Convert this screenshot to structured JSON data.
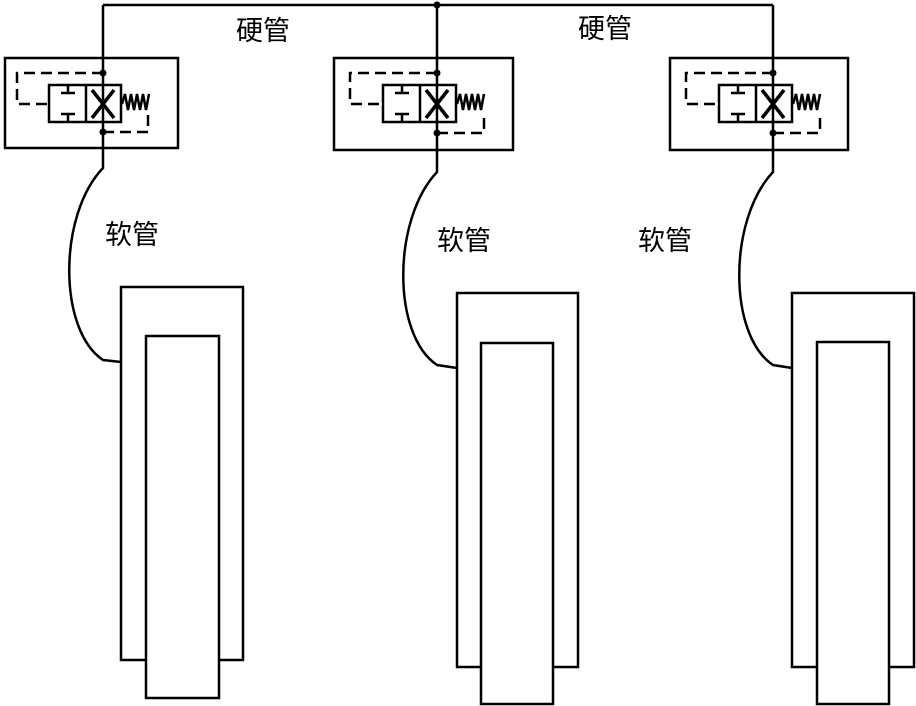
{
  "labels": {
    "hard_pipe": [
      "硬管",
      "硬管"
    ],
    "hose": [
      "软管",
      "软管",
      "软管"
    ]
  },
  "colors": {
    "line": "#000000",
    "background": "#ffffff"
  }
}
